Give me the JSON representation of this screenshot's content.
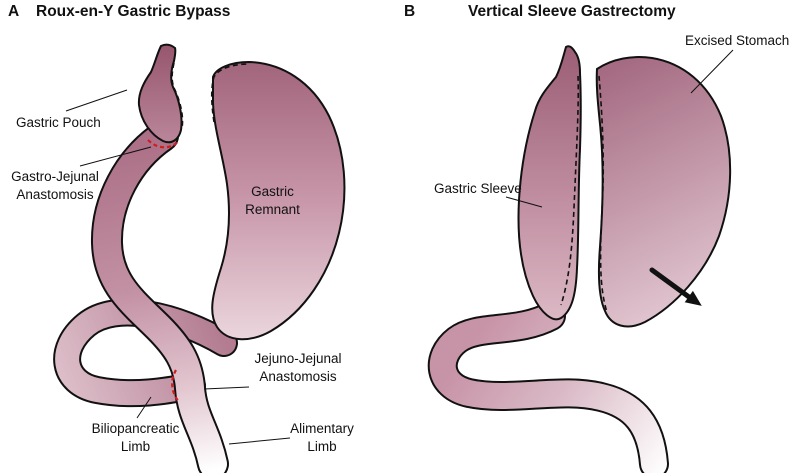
{
  "panel_a": {
    "letter": "A",
    "title": "Roux-en-Y Gastric Bypass",
    "labels": {
      "gastric_pouch": "Gastric Pouch",
      "gastro_jejunal": "Gastro-Jejunal\nAnastomosis",
      "gastric_remnant": "Gastric\nRemnant",
      "jejuno_jejunal": "Jejuno-Jejunal\nAnastomosis",
      "biliopancreatic": "Biliopancreatic\nLimb",
      "alimentary": "Alimentary\nLimb"
    }
  },
  "panel_b": {
    "letter": "B",
    "title": "Vertical Sleeve Gastrectomy",
    "labels": {
      "excised_stomach": "Excised Stomach",
      "gastric_sleeve": "Gastric Sleeve"
    }
  },
  "colors": {
    "tissue_dark": "#9c5f76",
    "tissue_mid": "#c391a4",
    "tissue_light": "#e8d0d9",
    "outline": "#111111",
    "anastomosis_red": "#d31c1c",
    "background": "#ffffff"
  }
}
